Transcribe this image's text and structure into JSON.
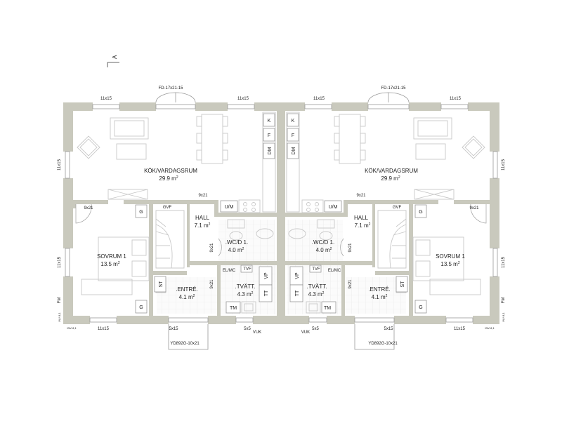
{
  "north_arrow": "A",
  "left_unit": {
    "living": {
      "name": "KÖK/VARDAGSRUM",
      "area": "29.9 m",
      "sup": "2"
    },
    "bedroom": {
      "name": "SOVRUM 1",
      "area": "13.5 m",
      "sup": "2"
    },
    "hall": {
      "name": "HALL",
      "area": "7.1 m",
      "sup": "2"
    },
    "wc": {
      "name": ".WC/D 1.",
      "area": "4.0 m",
      "sup": "2"
    },
    "entrance": {
      "name": ".ENTRÉ.",
      "area": "4.1 m",
      "sup": "2"
    },
    "laundry": {
      "name": ".TVÄTT.",
      "area": "4.3 m",
      "sup": "2"
    }
  },
  "right_unit": {
    "living": {
      "name": "KÖK/VARDAGSRUM",
      "area": "29.9 m",
      "sup": "2"
    },
    "bedroom": {
      "name": "SOVRUM 1",
      "area": "13.5 m",
      "sup": "2"
    },
    "hall": {
      "name": "HALL",
      "area": "7.1 m",
      "sup": "2"
    },
    "wc": {
      "name": ".WC/D 1.",
      "area": "4.0 m",
      "sup": "2"
    },
    "entrance": {
      "name": ".ENTRÉ.",
      "area": "4.1 m",
      "sup": "2"
    },
    "laundry": {
      "name": ".TVÄTT.",
      "area": "4.3 m",
      "sup": "2"
    }
  },
  "window_labels": {
    "top_door": "FD-17x21-15",
    "w_11x15": "11x15",
    "door_9x21": "9x21",
    "w_5x5": "5x5",
    "w_5x15": "5x15",
    "entry_door": "YD892G-10x21",
    "vuk": "VUK",
    "fm": "FM",
    "inv": "INV 8,1"
  },
  "fixtures": {
    "K": "K",
    "F": "F",
    "DM": "DM",
    "UM": "U/M",
    "G": "G",
    "GVF": "GVF",
    "ST": "ST",
    "VP": "VP",
    "TT": "TT",
    "TM": "TM",
    "ELMC": "EL/MC",
    "TVF": "TVF"
  },
  "colors": {
    "wall": "#c9c9bd",
    "line": "#9a9a9a",
    "furniture": "#d4d4d4",
    "text": "#222222"
  }
}
